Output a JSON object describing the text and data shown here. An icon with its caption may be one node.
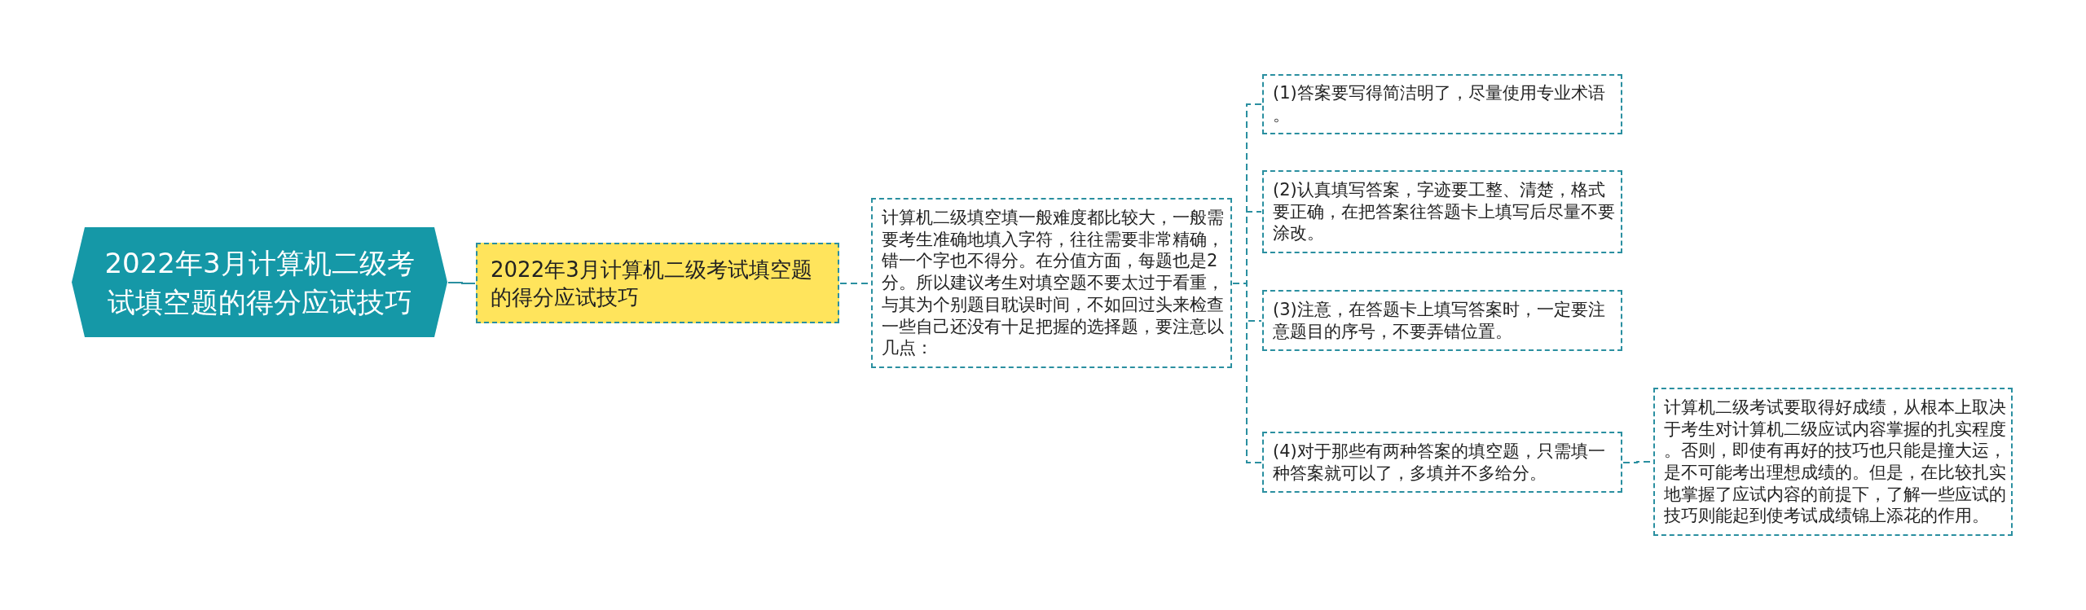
{
  "diagram": {
    "nodes": [
      {
        "text": [
          "2022年3月计算机二级考试填空题的得分应试技巧"
        ]
      },
      {
        "text": [
          "2022年3月计算机二级考试填空题的得分应试技巧"
        ]
      },
      {
        "text": [
          "计算机二级填空填一般难度都比较大，一般需要考生准确地填入字符，往往需要非常精确，错一个字也不得分。在分值方面，每题也是2分。所以建议考生对填空题不要太过于看重，与其为个别题目耽误时间，不如回过头来检查一些自己还没有十足把握的选择题，要注意以几点："
        ]
      },
      {
        "text": [
          "(1)答案要写得简洁明了，尽量使用专业术语。"
        ]
      },
      {
        "text": [
          "(2)认真填写答案，字迹要工整、清楚，格式要正确，在把答案往答题卡上填写后尽量不要涂改。"
        ]
      },
      {
        "text": [
          "(3)注意，在答题卡上填写答案时，一定要注意题目的序号，不要弄错位置。"
        ]
      },
      {
        "text": [
          "(4)对于那些有两种答案的填空题，只需填一种答案就可以了，多填并不多给分。"
        ]
      },
      {
        "text": [
          "计算机二级考试要取得好成绩，从根本上取决于考生对计算机二级应试内容掌握的扎实程度。否则，即使有再好的技巧也只能是撞大运，是不可能考出理想成绩的。但是，在比较扎实地掌握了应试内容的前提下，了解一些应试的技巧则能起到使考试成绩锦上添花的作用。"
        ]
      }
    ],
    "edges": [
      {
        "from": 0,
        "to": 1,
        "arrow": "none"
      },
      {
        "from": 1,
        "to": 2,
        "arrow": "none",
        "style": "dashed"
      },
      {
        "from": 2,
        "to": 3,
        "arrow": "none",
        "style": "dashed"
      },
      {
        "from": 2,
        "to": 4,
        "arrow": "none",
        "style": "dashed"
      },
      {
        "from": 2,
        "to": 5,
        "arrow": "none",
        "style": "dashed"
      },
      {
        "from": 2,
        "to": 6,
        "arrow": "none",
        "style": "dashed"
      },
      {
        "from": 6,
        "to": 7,
        "arrow": "none",
        "style": "dashed"
      }
    ]
  }
}
